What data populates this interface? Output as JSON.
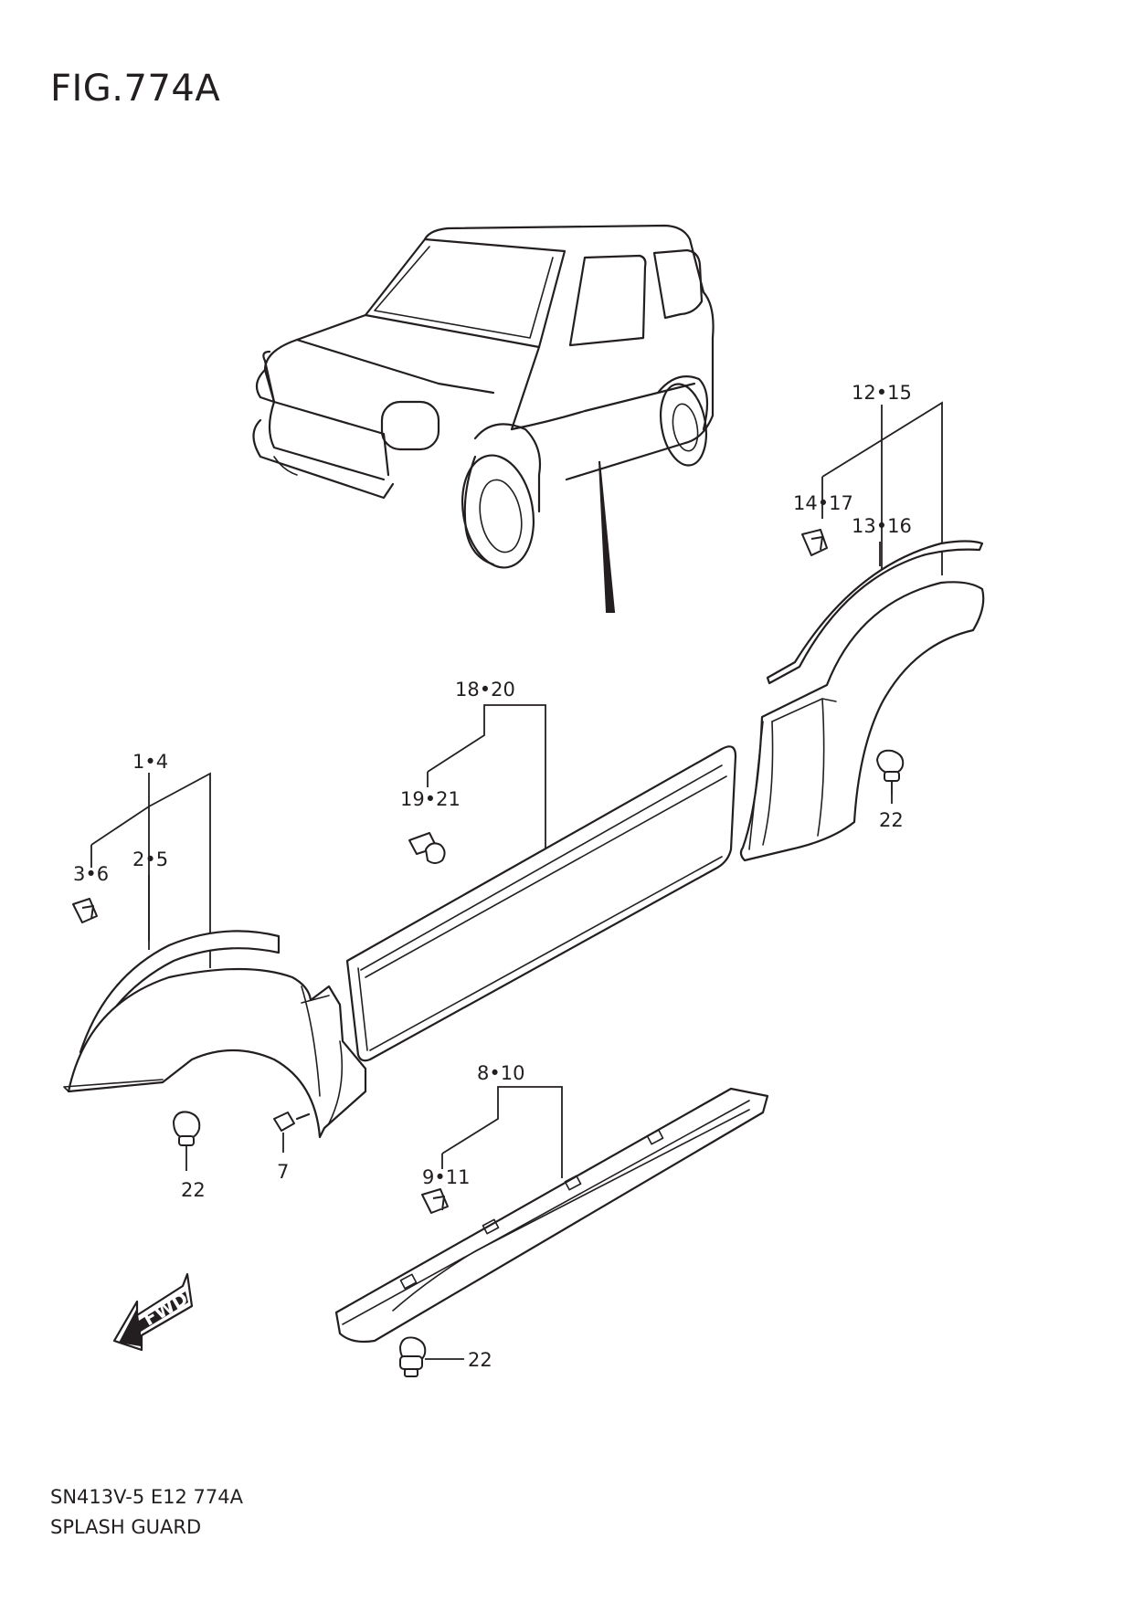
{
  "figure": {
    "title": "FIG.774A",
    "code": "SN413V-5 E12 774A",
    "name": "SPLASH GUARD"
  },
  "direction_badge": "FWD",
  "callouts": {
    "c1": "12•15",
    "c2": "14•17",
    "c3": "13•16",
    "c4": "18•20",
    "c5": "19•21",
    "c6": "1•4",
    "c7": "3•6",
    "c8": "2•5",
    "c9": "22",
    "c10": "22",
    "c11": "7",
    "c12": "8•10",
    "c13": "9•11",
    "c14": "22"
  }
}
